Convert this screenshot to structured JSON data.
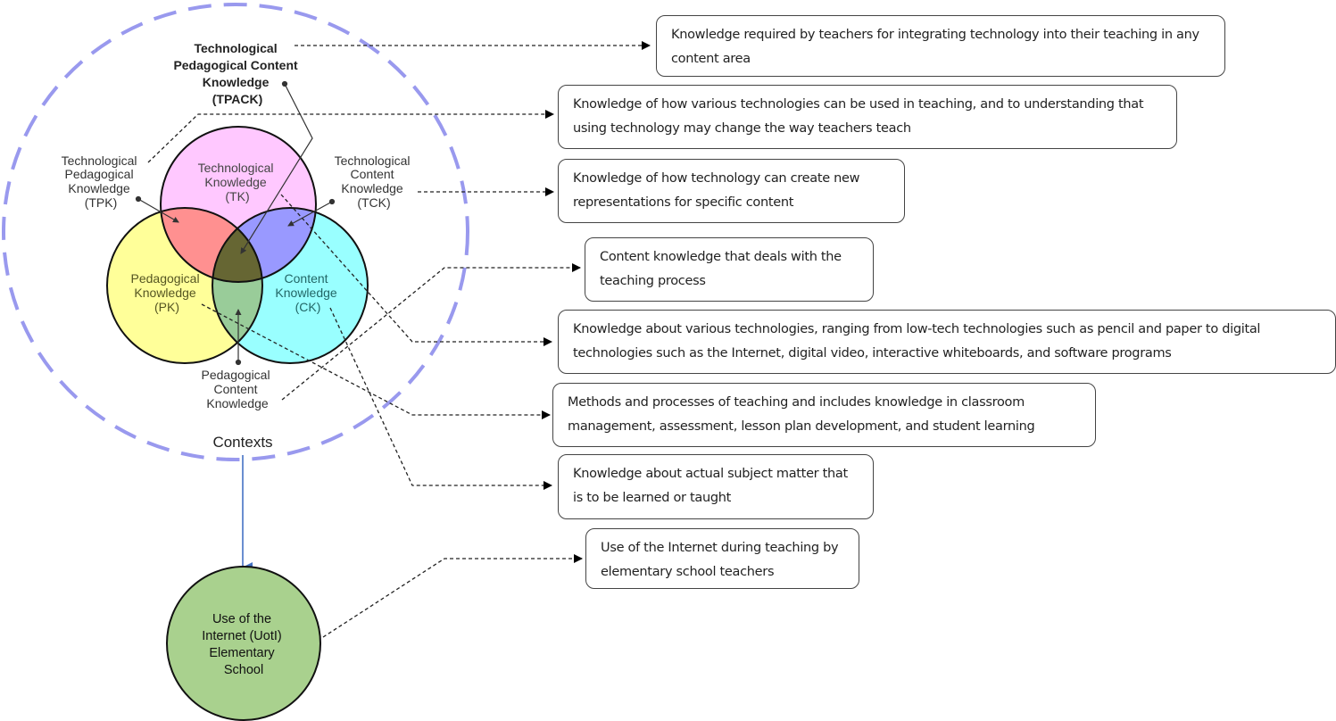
{
  "diagram": {
    "tpack_label": [
      "Technological",
      "Pedagogical Content",
      "Knowledge",
      "(TPACK)"
    ],
    "tpk_label": [
      "Technological",
      "Pedagogical",
      "Knowledge",
      "(TPK)"
    ],
    "tck_label": [
      "Technological",
      "Content",
      "Knowledge",
      "(TCK)"
    ],
    "tk_label": [
      "Technological",
      "Knowledge",
      "(TK)"
    ],
    "pk_label": [
      "Pedagogical",
      "Knowledge",
      "(PK)"
    ],
    "ck_label": [
      "Content",
      "Knowledge",
      "(CK)"
    ],
    "pck_label": [
      "Pedagogical",
      "Content",
      "Knowledge"
    ],
    "contexts_label": "Contexts",
    "uoti_label": [
      "Use of the",
      "Internet (UotI)",
      "Elementary",
      "School"
    ],
    "colors": {
      "tk": "#ffc8ff",
      "pk": "#ffff99",
      "ck": "#99ffff",
      "tpk": "#ff9090",
      "tck": "#9999ff",
      "pck": "#99cc99",
      "tpack": "#666633",
      "contexts_ring": "#9999ee",
      "uoti": "#a9d18e",
      "arrow_blue": "#4472c4"
    }
  },
  "definitions": [
    {
      "id": "tpack",
      "text": "Knowledge required by teachers for integrating technology into their teaching in any content area"
    },
    {
      "id": "tpk",
      "text": "Knowledge of how various technologies can be used in teaching, and to understanding that using technology may change the way teachers teach"
    },
    {
      "id": "tck",
      "text": "Knowledge of how technology can create new representations for specific content"
    },
    {
      "id": "pck",
      "text": "Content knowledge that deals with the teaching process"
    },
    {
      "id": "tk",
      "text": "Knowledge about various technologies, ranging from low-tech technologies such as pencil and paper to digital technologies such as the Internet, digital video, interactive whiteboards, and software programs"
    },
    {
      "id": "pk",
      "text": "Methods and processes of teaching and includes knowledge in classroom management, assessment, lesson plan development, and student learning"
    },
    {
      "id": "ck",
      "text": "Knowledge about actual subject matter that is to be learned or taught"
    },
    {
      "id": "uoti",
      "text": "Use of the Internet during teaching by elementary school teachers"
    }
  ]
}
